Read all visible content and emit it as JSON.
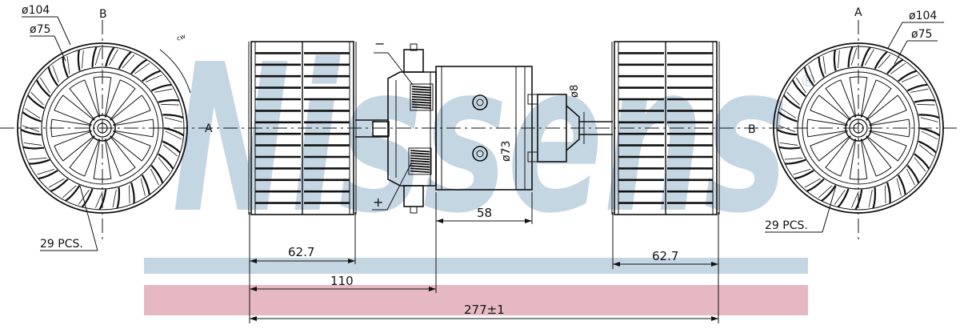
{
  "brand": {
    "watermark": "Nissens",
    "registered_mark": "®"
  },
  "colors": {
    "watermark": "#c5d6e3",
    "bar_blue": "#c5d6e3",
    "bar_pink": "#e6b8c2",
    "line": "#111111"
  },
  "left_view": {
    "dia_outer": "ø104",
    "dia_inner": "ø75",
    "axis_top": "B",
    "axis_side": "A",
    "blade_count": "29  PCS.",
    "small_mark": "cw"
  },
  "right_view": {
    "dia_outer": "ø104",
    "dia_inner": "ø75",
    "axis_top": "A",
    "axis_side": "B",
    "blade_count": "29  PCS."
  },
  "motor": {
    "terminal_neg": "−",
    "terminal_pos": "+",
    "dia_motor": "ø73",
    "dia_shaft": "ø8"
  },
  "dimensions": {
    "wheel_left": "62.7",
    "wheel_right": "62.7",
    "motor_len": "58",
    "to_center": "110",
    "total": "277±1"
  }
}
